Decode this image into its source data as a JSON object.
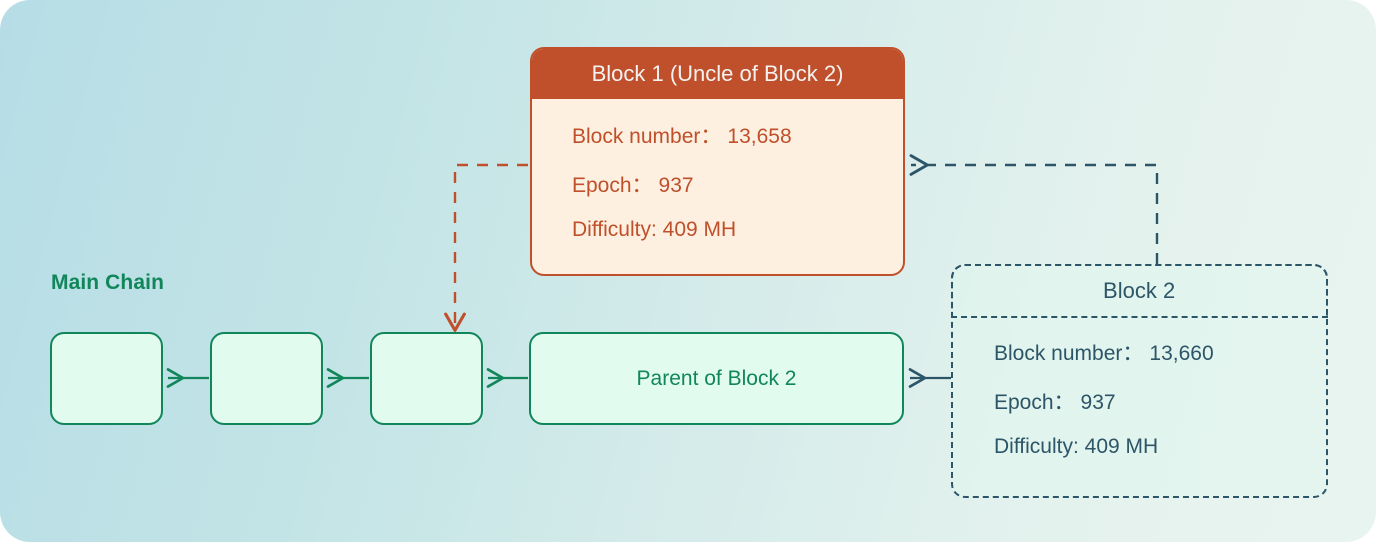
{
  "diagram": {
    "main_chain_label": "Main Chain",
    "chain_blocks": [
      {
        "name": "chain-block-1",
        "label": ""
      },
      {
        "name": "chain-block-2",
        "label": ""
      },
      {
        "name": "chain-block-3",
        "label": ""
      }
    ],
    "parent_block": {
      "label": "Parent of Block 2"
    },
    "uncle_block": {
      "title": "Block 1 (Uncle of Block 2)",
      "fields": [
        {
          "label": "Block number：",
          "value": "13,658"
        },
        {
          "label": "Epoch：",
          "value": "937"
        },
        {
          "label": "Difficulty: 409 MH",
          "value": ""
        }
      ]
    },
    "block2": {
      "title": "Block 2",
      "fields": [
        {
          "label": "Block number：",
          "value": "13,660"
        },
        {
          "label": "Epoch：",
          "value": "937"
        },
        {
          "label": "Difficulty: 409 MH",
          "value": ""
        }
      ]
    },
    "colors": {
      "uncle_accent": "#c0502b",
      "uncle_body": "#fdf0e0",
      "chain_accent": "#11865a",
      "chain_body": "#e1fbef",
      "block2_accent": "#2d5568",
      "background_left": "#b6dde6",
      "background_right": "#e8f4ef"
    }
  }
}
